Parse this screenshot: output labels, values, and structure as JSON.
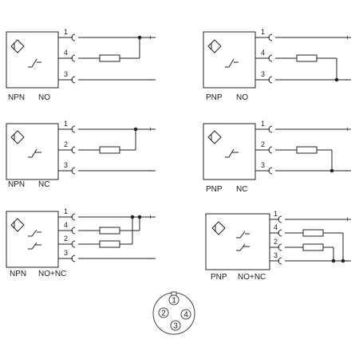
{
  "diagrams": {
    "npn_no": {
      "type": "NPN",
      "output": "NO",
      "pins": [
        "1",
        "4",
        "3"
      ]
    },
    "pnp_no": {
      "type": "PNP",
      "output": "NO",
      "pins": [
        "1",
        "4",
        "3"
      ]
    },
    "npn_nc": {
      "type": "NPN",
      "output": "NC",
      "pins": [
        "1",
        "2",
        "3"
      ]
    },
    "pnp_nc": {
      "type": "PNP",
      "output": "NC",
      "pins": [
        "1",
        "2",
        "3"
      ]
    },
    "npn_nonc": {
      "type": "NPN",
      "output": "NO+NC",
      "pins": [
        "1",
        "4",
        "2",
        "3"
      ]
    },
    "pnp_nonc": {
      "type": "PNP",
      "output": "NO+NC",
      "pins": [
        "1",
        "4",
        "2",
        "3"
      ]
    }
  },
  "supply": {
    "plus": "+",
    "minus": "-"
  },
  "connector": {
    "pins": [
      "1",
      "2",
      "3",
      "4"
    ]
  }
}
